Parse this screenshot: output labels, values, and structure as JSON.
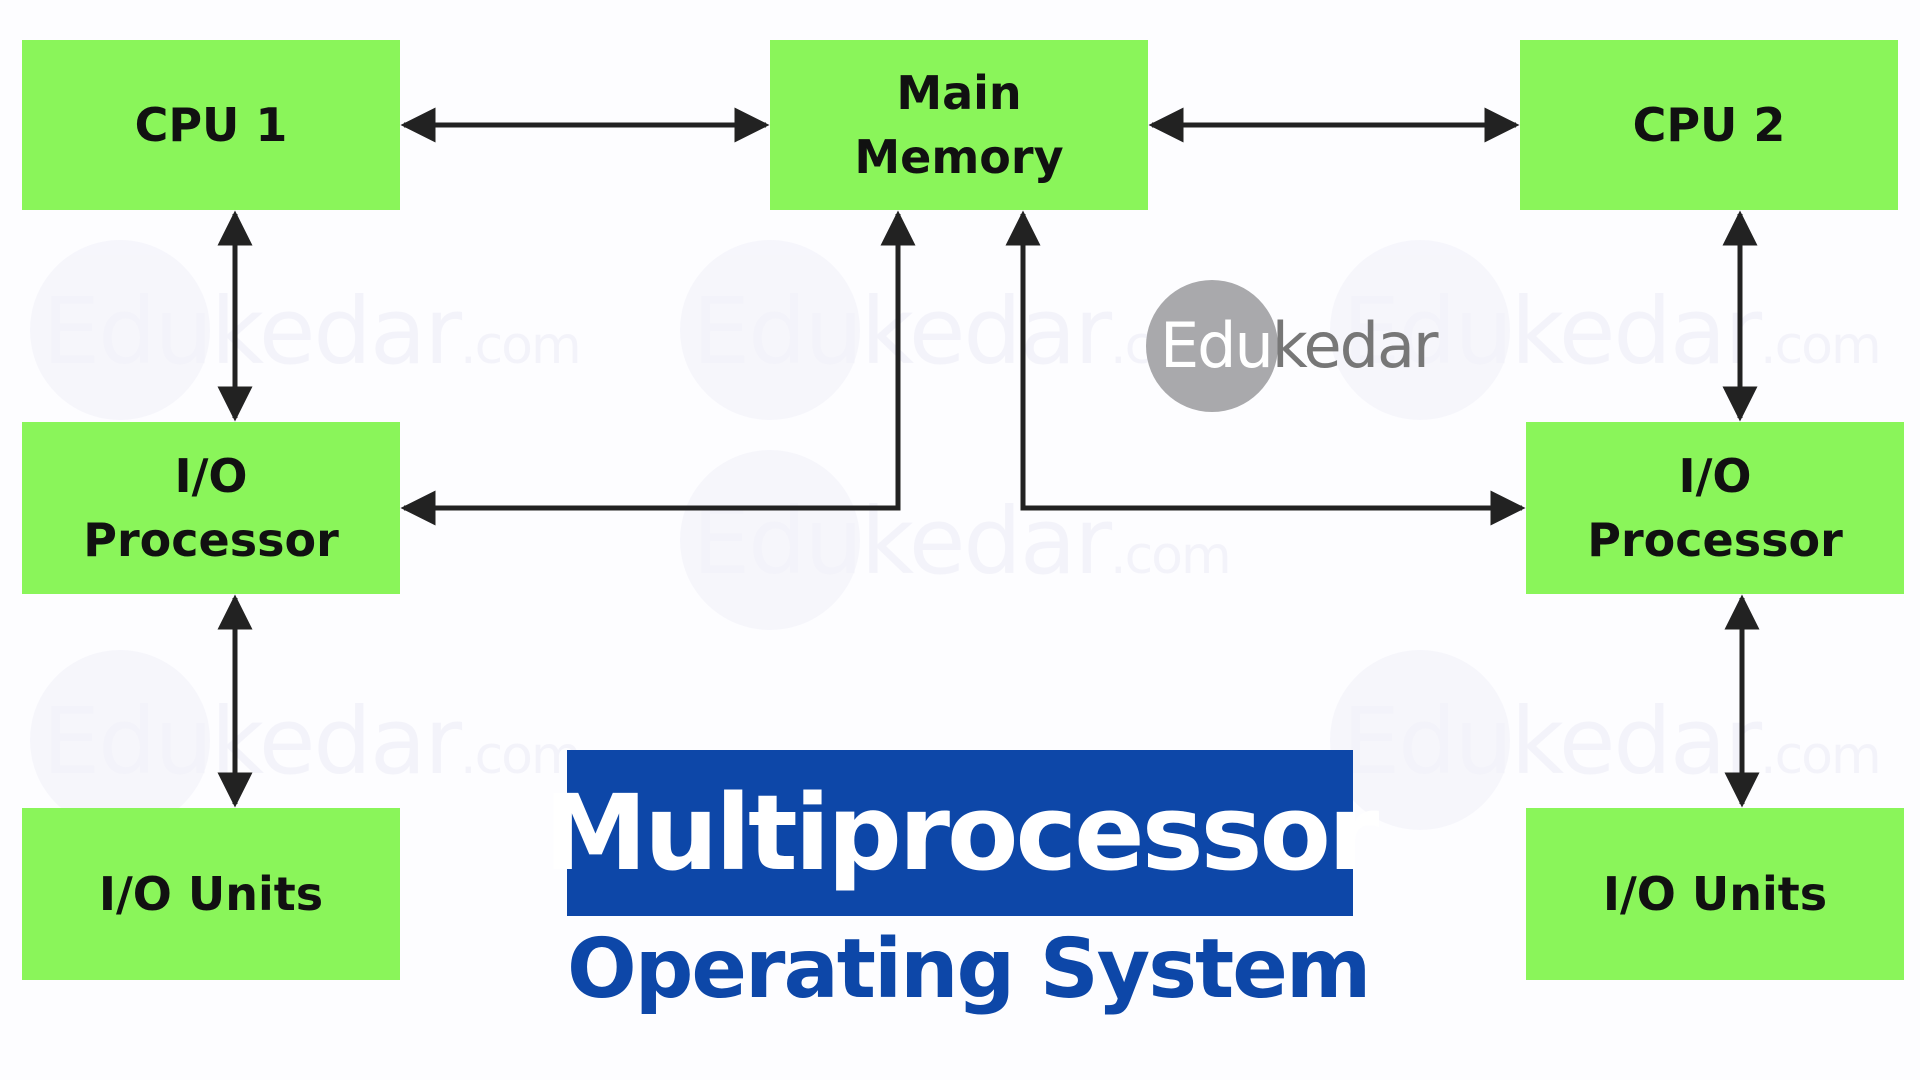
{
  "nodes": {
    "cpu1": "CPU 1",
    "main_memory": "Main\nMemory",
    "cpu2": "CPU 2",
    "io_processor_left": "I/O\nProcessor",
    "io_processor_right": "I/O\nProcessor",
    "io_units_left": "I/O Units",
    "io_units_right": "I/O Units"
  },
  "edges": [
    {
      "from": "cpu1",
      "to": "main_memory",
      "direction": "both"
    },
    {
      "from": "main_memory",
      "to": "cpu2",
      "direction": "both"
    },
    {
      "from": "cpu1",
      "to": "io_processor_left",
      "direction": "both"
    },
    {
      "from": "cpu2",
      "to": "io_processor_right",
      "direction": "both"
    },
    {
      "from": "main_memory",
      "to": "io_processor_left",
      "direction": "both"
    },
    {
      "from": "main_memory",
      "to": "io_processor_right",
      "direction": "both"
    },
    {
      "from": "io_processor_left",
      "to": "io_units_left",
      "direction": "both"
    },
    {
      "from": "io_processor_right",
      "to": "io_units_right",
      "direction": "both"
    }
  ],
  "logo": {
    "part1": "Edu",
    "part2": "kedar"
  },
  "watermark": {
    "text": "Edukedar",
    "suffix": ".com"
  },
  "title": "Multiprocessor",
  "subtitle": "Operating System",
  "colors": {
    "box_fill": "#8af55a",
    "box_text": "#111111",
    "arrow": "#222222",
    "title_band": "#0d47a8",
    "title_text": "#ffffff",
    "subtitle_text": "#0d47a8",
    "logo_circle": "#a9a9ac"
  }
}
